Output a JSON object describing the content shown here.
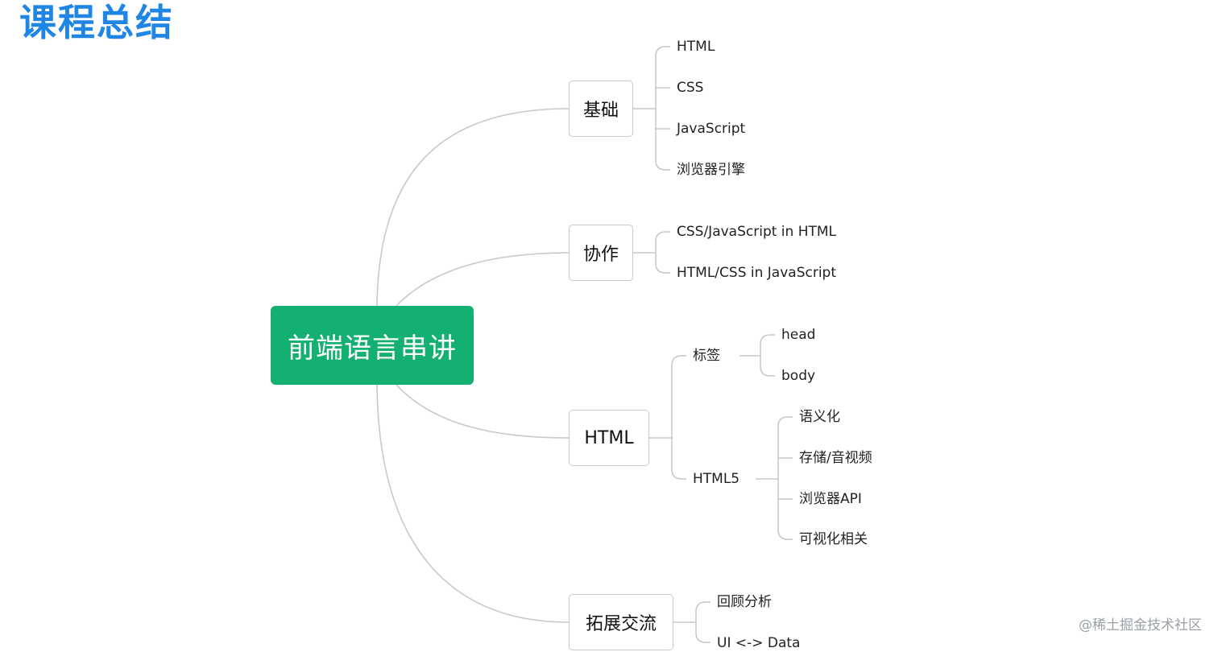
{
  "title": "课程总结",
  "root": "前端语言串讲",
  "branches": {
    "basics": {
      "label": "基础",
      "items": [
        "HTML",
        "CSS",
        "JavaScript",
        "浏览器引擎"
      ]
    },
    "collab": {
      "label": "协作",
      "items": [
        "CSS/JavaScript in HTML",
        "HTML/CSS in JavaScript"
      ]
    },
    "html": {
      "label": "HTML",
      "tags": {
        "label": "标签",
        "items": [
          "head",
          "body"
        ]
      },
      "html5": {
        "label": "HTML5",
        "items": [
          "语义化",
          "存储/音视频",
          "浏览器API",
          "可视化相关"
        ]
      }
    },
    "extend": {
      "label": "拓展交流",
      "items": [
        "回顾分析",
        "UI <-> Data"
      ]
    }
  },
  "watermark": "@稀土掘金技术社区",
  "colors": {
    "title": "#1f86e6",
    "root": "#13b072",
    "line": "#c9c9c9"
  }
}
